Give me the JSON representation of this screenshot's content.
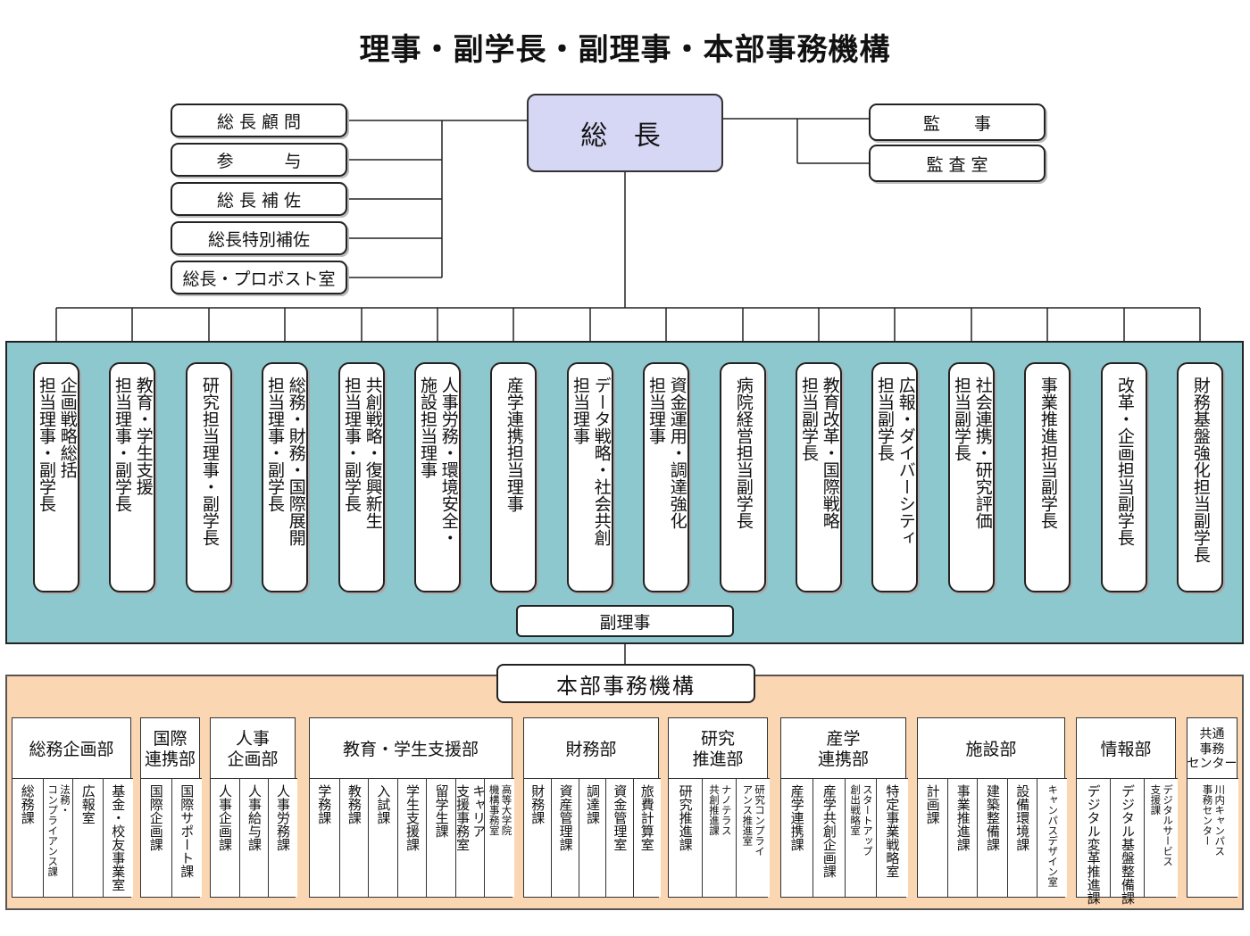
{
  "title": "理事・副学長・副理事・本部事務機構",
  "president": "総 長",
  "advisors": [
    "総 長 顧 問",
    "参　　　与",
    "総 長 補 佐",
    "総長特別補佐",
    "総長・プロボスト室"
  ],
  "auditors": [
    "監　　事",
    "監 査 室"
  ],
  "executives": [
    "企画戦略総括\n担当理事・副学長",
    "教育・学生支援\n担当理事・副学長",
    "研究担当理事・副学長",
    "総務・財務・国際展開\n担当理事・副学長",
    "共創戦略・復興新生\n担当理事・副学長",
    "人事労務・環境安全・\n施設担当理事",
    "産学連携担当理事",
    "データ戦略・社会共創\n担当理事",
    "資金運用・調達強化\n担当理事",
    "病院経営担当副学長",
    "教育改革・国際戦略\n担当副学長",
    "広報・ダイバーシティ\n担当副学長",
    "社会連携・研究評価\n担当副学長",
    "事業推進担当副学長",
    "改革・企画担当副学長",
    "財務基盤強化担当副学長"
  ],
  "vice_director": "副理事",
  "admin_title": "本部事務機構",
  "departments": [
    {
      "name": "総務企画部",
      "subs": [
        "総務課",
        "法務・\nコンプライアンス課",
        "広報室",
        "基金・校友事業室"
      ]
    },
    {
      "name": "国際\n連携部",
      "subs": [
        "国際企画課",
        "国際サポート課"
      ]
    },
    {
      "name": "人事\n企画部",
      "subs": [
        "人事企画課",
        "人事給与課",
        "人事労務課"
      ]
    },
    {
      "name": "教育・学生支援部",
      "subs": [
        "学務課",
        "教務課",
        "入試課",
        "学生支援課",
        "留学生課",
        "キャリア\n支援事務室",
        "高等大学院\n機構事務室"
      ]
    },
    {
      "name": "財務部",
      "subs": [
        "財務課",
        "資産管理課",
        "調達課",
        "資金管理室",
        "旅費計算室"
      ]
    },
    {
      "name": "研究\n推進部",
      "subs": [
        "研究推進課",
        "ナノテラス\n共創推進課",
        "研究コンプライ\nアンス推進室"
      ]
    },
    {
      "name": "産学\n連携部",
      "subs": [
        "産学連携課",
        "産学共創企画課",
        "スタートアップ\n創出戦略室",
        "特定事業戦略室"
      ]
    },
    {
      "name": "施設部",
      "subs": [
        "計画課",
        "事業推進課",
        "建築整備課",
        "設備環境課",
        "キャンパスデザイン室"
      ]
    },
    {
      "name": "情報部",
      "subs": [
        "デジタル変革推進課",
        "デジタル基盤整備課",
        "デジタルサービス\n支援課"
      ]
    },
    {
      "name": "共通\n事務\nセンター",
      "subs": [
        "川内キャンパス\n事務センター"
      ]
    }
  ],
  "colors": {
    "president_fill": "#d6d6f5",
    "exec_band": "#8dc8cf",
    "admin_band": "#fbd6b2"
  }
}
